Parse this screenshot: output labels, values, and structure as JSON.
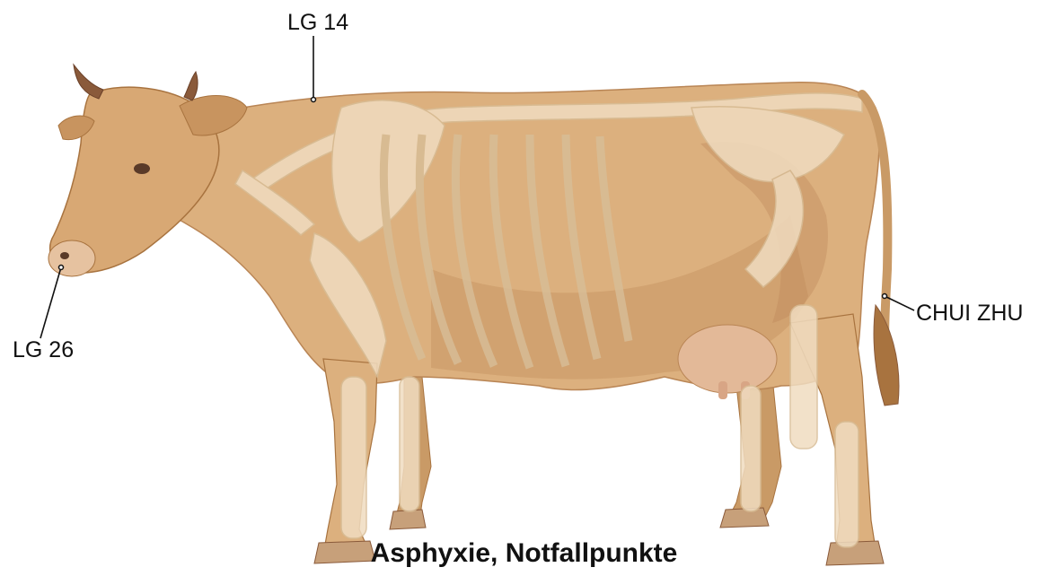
{
  "colors": {
    "coat": "#dcb07e",
    "coat_dark": "#b98555",
    "coat_shadow": "#a8733f",
    "bone": "#f0dcc0",
    "bone_edge": "#d8bd96",
    "horn": "#8a5a3a",
    "hoof": "#c7a07a",
    "label_text": "#111111",
    "leader_line": "#111111",
    "background": "#ffffff"
  },
  "points": [
    {
      "id": "lg14",
      "label": "LG 14",
      "location": "back / withers"
    },
    {
      "id": "lg26",
      "label": "LG 26",
      "location": "muzzle"
    },
    {
      "id": "chui_zhu",
      "label": "CHUI ZHU",
      "location": "tail"
    }
  ],
  "caption": "Asphyxie, Notfallpunkte"
}
